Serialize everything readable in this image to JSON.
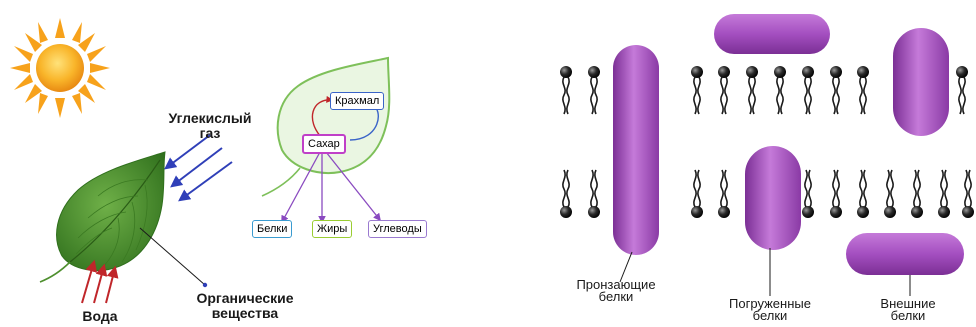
{
  "left_panel": {
    "co2_label": "Углекислый газ",
    "water_label": "Вода",
    "organic_label": "Органические вещества",
    "starch_box": "Крахмал",
    "sugar_box": "Сахар",
    "proteins_box": "Белки",
    "fats_box": "Жиры",
    "carbs_box": "Углеводы",
    "colors": {
      "sun": "#f7a21b",
      "leaf": "#4e8f2e",
      "co2_arrows": "#2f3fb8",
      "water_arrows": "#c0262a",
      "outline_leaf_fill": "#eaf6e2",
      "outline_leaf_stroke": "#7ec05a",
      "starch_border": "#3a64c8",
      "sugar_border": "#c040c8",
      "proteins_border": "#3a9bd0",
      "fats_border": "#9acd32",
      "carbs_border": "#9a7ad0"
    }
  },
  "right_panel": {
    "transmembrane_label": "Пронзающие белки",
    "embedded_label": "Погруженные белки",
    "peripheral_label": "Внешние белки",
    "colors": {
      "protein": "#a44fc0",
      "lipid_head": "#1a1a1a"
    }
  }
}
